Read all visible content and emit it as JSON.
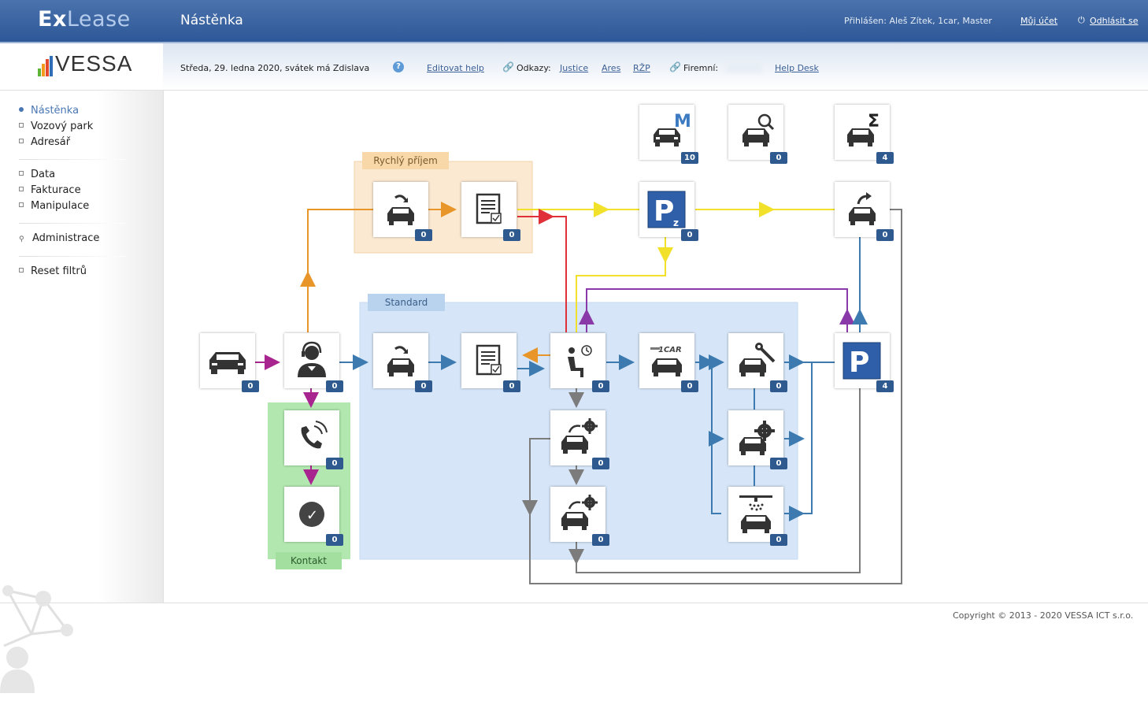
{
  "header": {
    "brand_ex": "Ex",
    "brand_lease": "Lease",
    "page_title": "Nástěnka",
    "logged_in": "Přihlášen: Aleš Zítek, 1car, Master",
    "my_account": "Můj účet",
    "logout": "Odhlásit se"
  },
  "logo": {
    "name": "VESSA",
    "bar_colors": [
      "#5fb336",
      "#f39a1c",
      "#e64a2e",
      "#2f6fb5"
    ]
  },
  "subbar": {
    "date_text": "Středa, 29. ledna 2020, svátek má Zdislava",
    "help_glyph": "?",
    "edit_help": "Editovat help",
    "links_label": "Odkazy:",
    "link_justice": "Justice",
    "link_ares": "Ares",
    "link_rzp": "RŽP",
    "company_label": "Firemní:",
    "help_desk": "Help Desk"
  },
  "sidebar": {
    "items": [
      {
        "label": "Nástěnka",
        "active": true
      },
      {
        "label": "Vozový park"
      },
      {
        "label": "Adresář"
      },
      {
        "label": "Data"
      },
      {
        "label": "Fakturace"
      },
      {
        "label": "Manipulace"
      },
      {
        "label": "Administrace"
      },
      {
        "label": "Reset filtrů"
      }
    ]
  },
  "zones": {
    "quick": "Rychlý příjem",
    "standard": "Standard",
    "contact": "Kontakt"
  },
  "tiles": {
    "car_m": {
      "badge": "10",
      "letter": "M"
    },
    "car_search": {
      "badge": "0"
    },
    "car_sum": {
      "badge": "4",
      "letter": "Σ"
    },
    "quick_intake": {
      "badge": "0"
    },
    "quick_doc": {
      "badge": "0"
    },
    "parking_z": {
      "badge": "0",
      "letter": "P",
      "sub": "z"
    },
    "dispatch": {
      "badge": "0"
    },
    "car_new": {
      "badge": "0"
    },
    "operator": {
      "badge": "0"
    },
    "std_intake": {
      "badge": "0"
    },
    "std_doc": {
      "badge": "0"
    },
    "waiting": {
      "badge": "0"
    },
    "onecar": {
      "badge": "0",
      "label": "1CAR"
    },
    "repair": {
      "badge": "0"
    },
    "parking": {
      "badge": "4",
      "letter": "P"
    },
    "phone": {
      "badge": "0"
    },
    "done": {
      "badge": "0",
      "check": "✓"
    },
    "service1": {
      "badge": "0"
    },
    "service2": {
      "badge": "0"
    },
    "settings": {
      "badge": "0"
    },
    "wash": {
      "badge": "0"
    }
  },
  "footer": {
    "copyright": "Copyright © 2013 - 2020 VESSA ICT s.r.o."
  }
}
